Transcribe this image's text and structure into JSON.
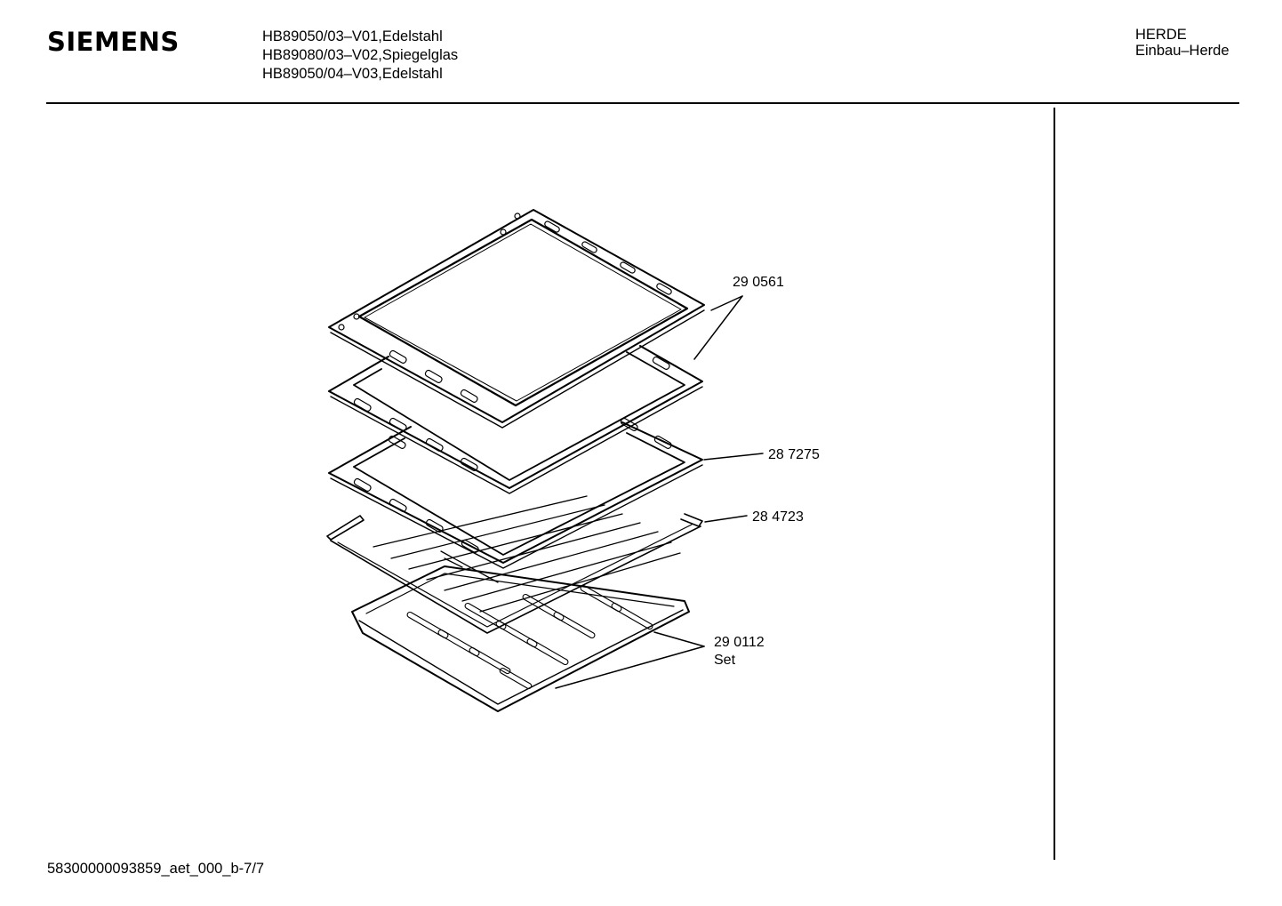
{
  "header": {
    "brand": "SIEMENS",
    "models": [
      "HB89050/03–V01,Edelstahl",
      "HB89080/03–V02,Spiegelglas",
      "HB89050/04–V03,Edelstahl"
    ],
    "category": [
      "HERDE",
      "Einbau–Herde"
    ]
  },
  "callouts": [
    {
      "id": "frame",
      "lines": [
        "29 0561"
      ]
    },
    {
      "id": "inner-frame",
      "lines": [
        "28 7275"
      ]
    },
    {
      "id": "rack",
      "lines": [
        "28 4723"
      ]
    },
    {
      "id": "tray-set",
      "lines": [
        "29 0112",
        "Set"
      ]
    }
  ],
  "footer": {
    "code": "58300000093859_aet_000_b-7/7"
  }
}
